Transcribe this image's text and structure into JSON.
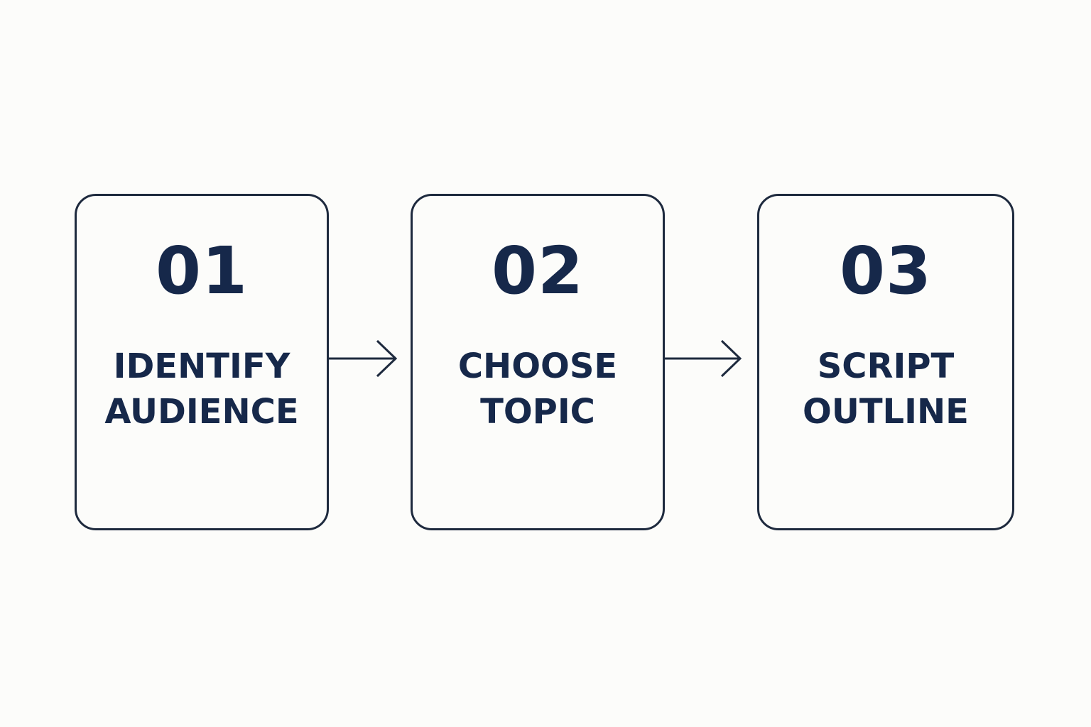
{
  "steps": [
    {
      "number": "01",
      "label_lines": [
        "IDENTIFY",
        "AUDIENCE"
      ]
    },
    {
      "number": "02",
      "label_lines": [
        "CHOOSE",
        "TOPIC"
      ]
    },
    {
      "number": "03",
      "label_lines": [
        "SCRIPT",
        "OUTLINE"
      ]
    }
  ],
  "colors": {
    "background": "#fcfcfa",
    "stroke": "#1e2a3e",
    "text": "#16284a"
  },
  "connector_icon": "arrow-right-icon"
}
